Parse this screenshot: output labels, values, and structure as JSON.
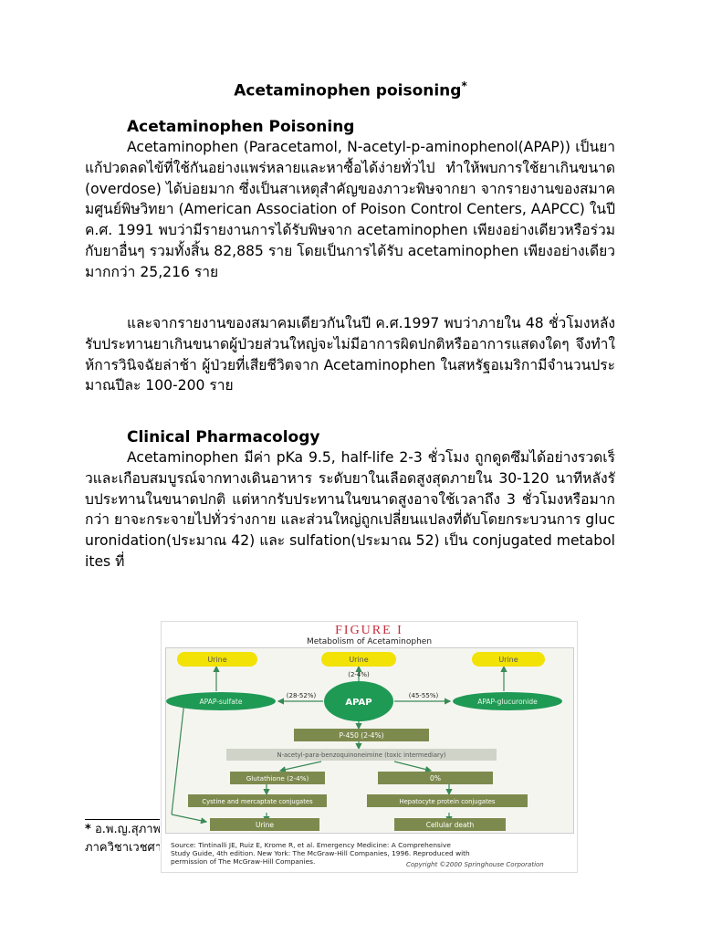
{
  "doc": {
    "title": "Acetaminophen poisoning",
    "title_mark": "*",
    "sec1": "Acetaminophen Poisoning",
    "p1": "Acetaminophen (Paracetamol, N-acetyl-p-aminophenol(APAP)) เป็นยาแก้ปวดลดไข้ที่ใช้กันอย่างแพร่หลายและหาซื้อได้ง่ายทั่วไป ทำให้พบการใช้ยาเกินขนาด (overdose) ได้บ่อยมาก ซึ่งเป็นสาเหตุสำคัญของภาวะพิษจากยา จากรายงานของสมาคมศูนย์พิษวิทยา (American Association of Poison Control Centers, AAPCC) ในปี ค.ศ. 1991 พบว่ามีรายงานการได้รับพิษจาก acetaminophen เพียงอย่างเดียวหรือร่วมกับยาอื่นๆ รวมทั้งสิ้น 82,885 ราย โดยเป็นการได้รับ acetaminophen เพียงอย่างเดียวมากกว่า 25,216 ราย",
    "p2": "และจากรายงานของสมาคมเดียวกันในปี ค.ศ.1997 พบว่าภายใน 48 ชั่วโมงหลังรับประทานยาเกินขนาดผู้ป่วยส่วนใหญ่จะไม่มีอาการผิดปกติหรืออาการแสดงใดๆ จึงทำให้การวินิจฉัยล่าช้า ผู้ป่วยที่เสียชีวิตจาก Acetaminophen ในสหรัฐอเมริกามีจำนวนประมาณปีละ 100-200 ราย",
    "sec2": "Clinical Pharmacology",
    "p3": "Acetaminophen มีค่า pKa 9.5, half-life 2-3 ชั่วโมง ถูกดูดซึมได้อย่างรวดเร็วและเกือบสมบูรณ์จากทางเดินอาหาร ระดับยาในเลือดสูงสุดภายใน 30-120 นาทีหลังรับประทานในขนาดปกติ แต่หากรับประทานในขนาดสูงอาจใช้เวลาถึง 3 ชั่วโมงหรือมากกว่า ยาจะกระจายไปทั่วร่างกาย และส่วนใหญ่ถูกเปลี่ยนแปลงที่ตับโดยกระบวนการ glucuronidation(ประมาณ 42) และ sulfation(ประมาณ 52) เป็น conjugated metabolites ที่"
  },
  "footnote": {
    "mark": "*",
    "line1": "อ.พ.ญ.สุภาพร",
    "line2": "ภาควิชาเวชศาสตร์"
  },
  "figure": {
    "title": "FIGURE I",
    "subtitle": "Metabolism of Acetaminophen",
    "nodes": {
      "urine_left": "Urine",
      "urine_center": "Urine",
      "urine_right": "Urine",
      "pct_center": "(2-4%)",
      "apap_sulfate": "APAP-sulfate",
      "pct_sulfate": "(28-52%)",
      "apap": "APAP",
      "pct_gluc": "(45-55%)",
      "apap_gluc": "APAP-glucuronide",
      "p450": "P-450 (2-4%)",
      "napqi": "N-acetyl-para-benzoquinoneimine (toxic intermediary)",
      "glutathione": "Glutathione (2-4%)",
      "zero": "0%",
      "cystine": "Cystine and mercaptate conjugates",
      "hepatocyte": "Hepatocyte protein conjugates",
      "urine_bottom": "Urine",
      "death": "Cellular death"
    },
    "source": "Source: Tintinalli JE, Ruiz E, Krome R, et al. Emergency Medicine: A Comprehensive Study Guide, 4th edition. New York: The McGraw-Hill Companies, 1996. Reproduced with permission of The McGraw-Hill Companies.",
    "copyright": "Copyright ©2000 Springhouse Corporation",
    "colors": {
      "yellow": "#f2e205",
      "green": "#1f9a55",
      "olive": "#7d8a4e",
      "gray": "#cfd3c8",
      "arrow": "#3a8a55"
    }
  }
}
